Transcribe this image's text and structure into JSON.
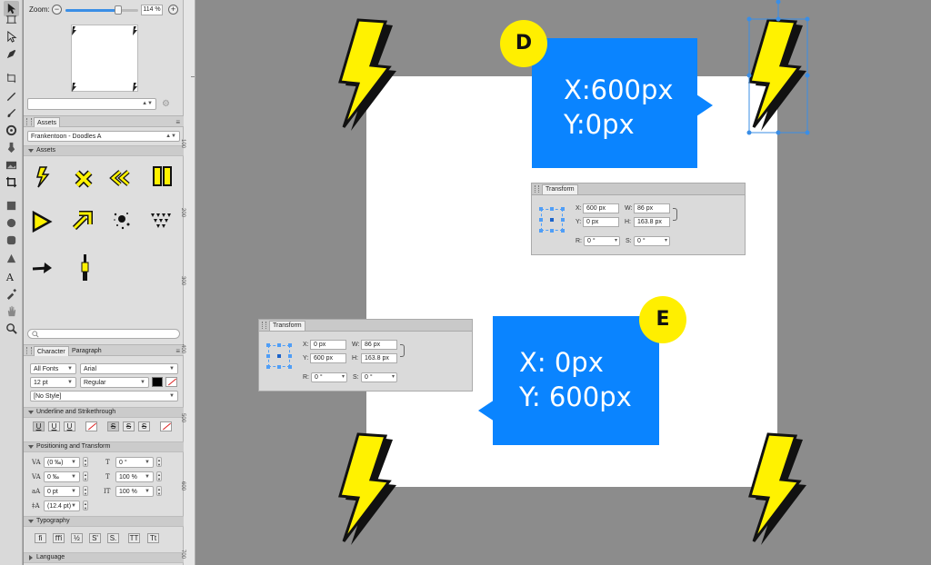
{
  "toolbar": {
    "tools": [
      "move-tool-icon",
      "artboard-tool-icon",
      "node-tool-icon",
      "pen-tool-icon",
      "vector-crop-icon",
      "pencil-tool-icon",
      "brush-tool-icon",
      "fill-tool-icon",
      "gradient-tool-icon",
      "transparency-tool-icon",
      "place-image-icon",
      "crop-tool-icon",
      "rectangle-tool-icon",
      "ellipse-tool-icon",
      "rounded-rect-tool-icon",
      "triangle-tool-icon",
      "text-tool-icon",
      "eyedropper-tool-icon",
      "hand-tool-icon",
      "zoom-tool-icon"
    ]
  },
  "navigator": {
    "zoom_label": "Zoom:",
    "zoom_out": "−",
    "zoom_in": "+",
    "zoom_value": "114 %",
    "zoom_fraction": 0.72
  },
  "assets_panel": {
    "tab_label": "Assets",
    "library": "Frankentoon - Doodles A",
    "section_label": "Assets",
    "items": [
      "bolt-asset-icon",
      "cross-asset-icon",
      "double-chevron-asset-icon",
      "pause-asset-icon",
      "play-asset-icon",
      "arrow-up-right-asset-icon",
      "splatter-asset-icon",
      "triangles-asset-icon",
      "arrow-right-asset-icon",
      "audio-jack-asset-icon"
    ]
  },
  "character_panel": {
    "tabs": [
      "Character",
      "Paragraph"
    ],
    "font_collection": "All Fonts",
    "font_family": "Arial",
    "font_size": "12 pt",
    "font_style": "Regular",
    "text_style": "[No Style]",
    "text_colour": "#000000",
    "sections": {
      "underline": "Underline and Strikethrough",
      "positioning": "Positioning and Transform",
      "typography": "Typography",
      "language": "Language"
    },
    "underline_buttons": [
      "U",
      "U",
      "U",
      "S",
      "S",
      "S"
    ],
    "positioning": {
      "tracking": "(0 ‰)",
      "kerning": "0 ‰",
      "baseline": "0 pt",
      "leading": "(12.4 pt)",
      "rotation": "0 °",
      "horizontal_scale": "100 %",
      "vertical_scale": "100 %"
    },
    "typography_buttons": [
      "fi",
      "ﬃ",
      "½",
      "S'",
      "S.",
      "TT",
      "Tt"
    ]
  },
  "ruler": {
    "labels": [
      "100",
      "200",
      "300",
      "400",
      "500",
      "600",
      "700"
    ]
  },
  "canvas": {
    "callout_d": {
      "badge": "D",
      "line1": "X:600px",
      "line2": "Y:0px"
    },
    "callout_e": {
      "badge": "E",
      "line1": "X: 0px",
      "line2": "Y: 600px"
    },
    "transform_top": {
      "title": "Transform",
      "x_label": "X:",
      "x_value": "600 px",
      "y_label": "Y:",
      "y_value": "0 px",
      "w_label": "W:",
      "w_value": "86 px",
      "h_label": "H:",
      "h_value": "163.8 px",
      "r_label": "R:",
      "r_value": "0 °",
      "s_label": "S:",
      "s_value": "0 °"
    },
    "transform_bottom": {
      "title": "Transform",
      "x_label": "X:",
      "x_value": "0 px",
      "y_label": "Y:",
      "y_value": "600 px",
      "w_label": "W:",
      "w_value": "86 px",
      "h_label": "H:",
      "h_value": "163.8 px",
      "r_label": "R:",
      "r_value": "0 °",
      "s_label": "S:",
      "s_value": "0 °"
    },
    "colors": {
      "callout": "#0a84ff",
      "badge": "#ffef00",
      "selection": "#3a8ee6",
      "bolt": "#fff200"
    }
  }
}
